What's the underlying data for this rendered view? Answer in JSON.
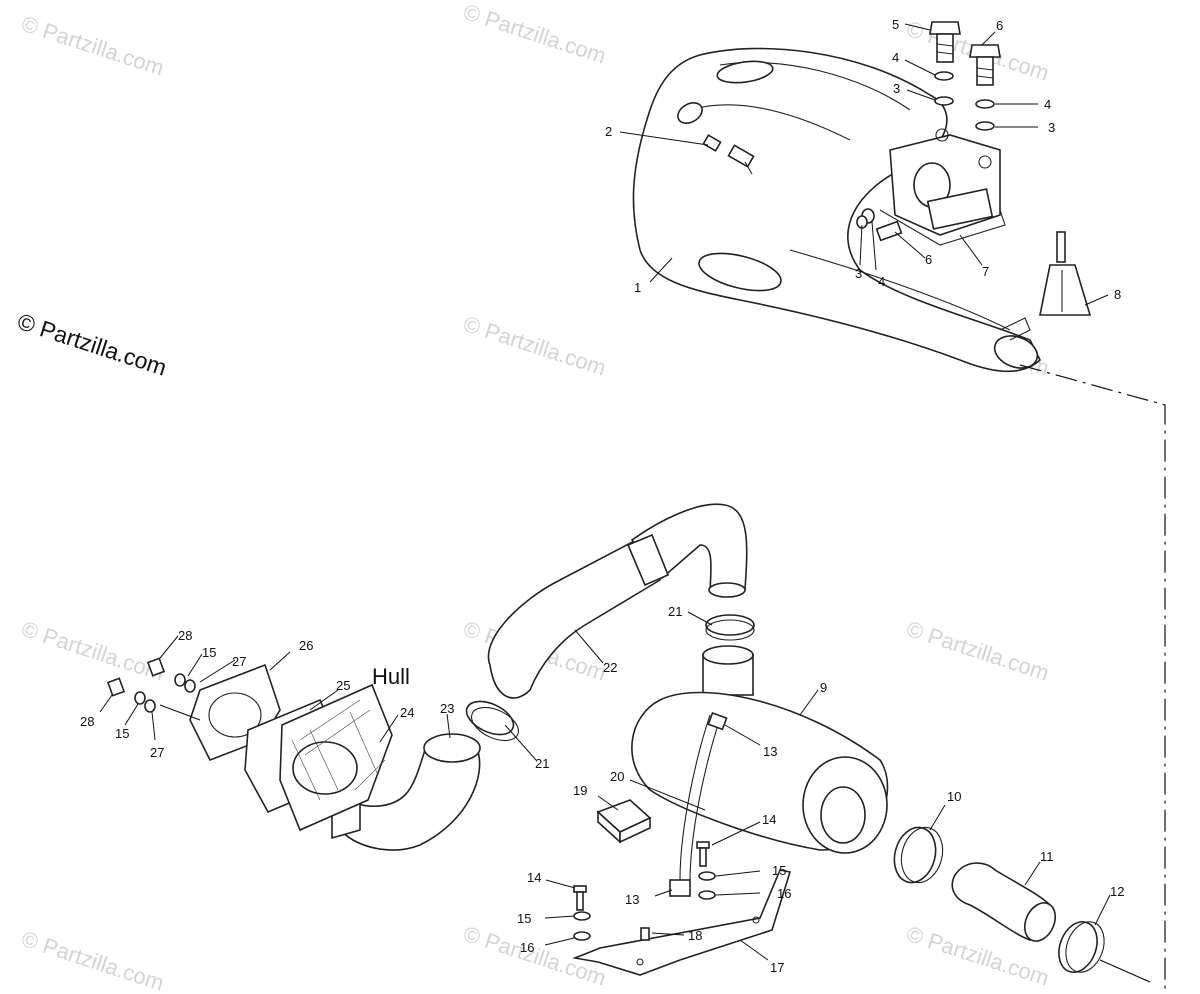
{
  "copyright": "© Partzilla.com",
  "watermark": "© Partzilla.com",
  "hull_label": "Hull",
  "callouts": {
    "c1": "1",
    "c2": "2",
    "c3a": "3",
    "c3b": "3",
    "c3c": "3",
    "c4a": "4",
    "c4b": "4",
    "c4c": "4",
    "c5": "5",
    "c6a": "6",
    "c6b": "6",
    "c7": "7",
    "c8": "8",
    "c9": "9",
    "c10": "10",
    "c11": "11",
    "c12": "12",
    "c13a": "13",
    "c13b": "13",
    "c14a": "14",
    "c14b": "14",
    "c15a": "15",
    "c15b": "15",
    "c15c": "15",
    "c15d": "15",
    "c16a": "16",
    "c16b": "16",
    "c17": "17",
    "c18": "18",
    "c19": "19",
    "c20": "20",
    "c21a": "21",
    "c21b": "21",
    "c22": "22",
    "c23": "23",
    "c24": "24",
    "c25": "25",
    "c26": "26",
    "c27a": "27",
    "c27b": "27",
    "c28a": "28",
    "c28b": "28"
  }
}
